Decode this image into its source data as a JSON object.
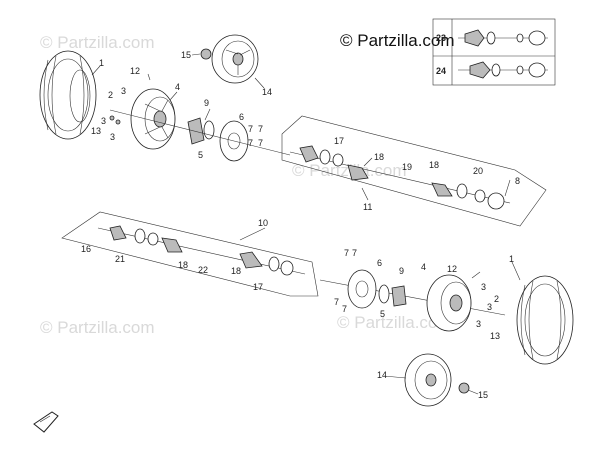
{
  "watermark_main": "© Partzilla.com",
  "watermarks": [
    "© Partzilla.com",
    "© Partzilla.com",
    "© Partzilla.com",
    "© Partzilla.com"
  ],
  "inset": {
    "rows": [
      "23",
      "24"
    ]
  },
  "callouts": {
    "c1_top": "1",
    "c1_bot": "1",
    "c2_top": "2",
    "c2_bot": "2",
    "c3a_top": "3",
    "c3b_top": "3",
    "c3c_top": "3",
    "c3a_bot": "3",
    "c3b_bot": "3",
    "c3c_bot": "3",
    "c4_top": "4",
    "c4_bot": "4",
    "c5_top": "5",
    "c5_bot": "5",
    "c6_top": "6",
    "c6_bot": "6",
    "c7a_top": "7",
    "c7b_top": "7",
    "c7c_top": "7",
    "c7d_top": "7",
    "c7a_bot": "7",
    "c7b_bot": "7",
    "c7c_bot": "7",
    "c7d_bot": "7",
    "c8": "8",
    "c9_top": "9",
    "c9_bot": "9",
    "c10": "10",
    "c11": "11",
    "c12_top": "12",
    "c12_bot": "12",
    "c13_top": "13",
    "c13_bot": "13",
    "c14_top": "14",
    "c14_bot": "14",
    "c15_top": "15",
    "c15_bot": "15",
    "c16": "16",
    "c17_top": "17",
    "c17_bot": "17",
    "c18a": "18",
    "c18b": "18",
    "c18c": "18",
    "c18d": "18",
    "c19": "19",
    "c20": "20",
    "c21": "21",
    "c22": "22"
  }
}
